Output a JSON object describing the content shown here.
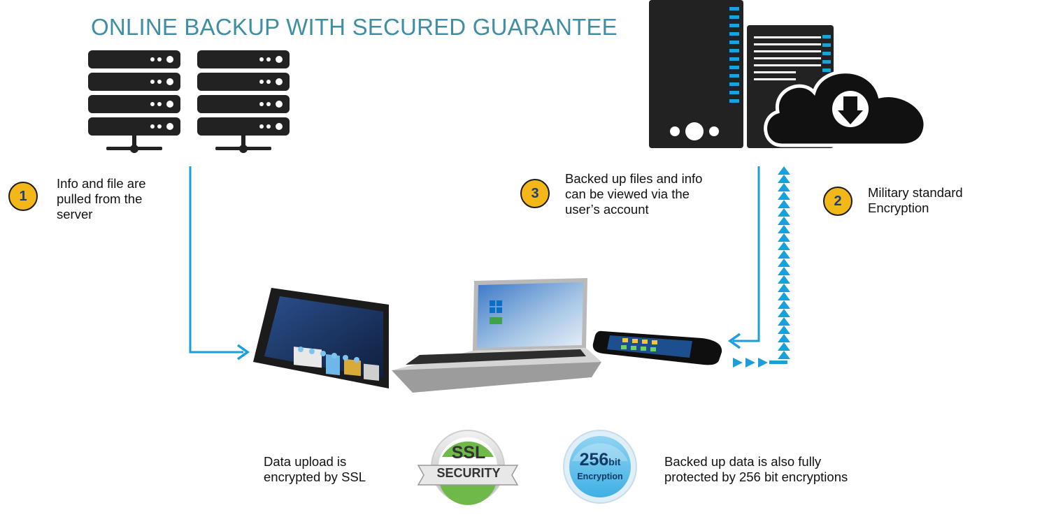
{
  "title": "ONLINE BACKUP WITH SECURED GUARANTEE",
  "steps": [
    {
      "number": "1",
      "text": "Info and file are\npulled from the\nserver"
    },
    {
      "number": "2",
      "text": "Military standard\nEncryption"
    },
    {
      "number": "3",
      "text": "Backed up files and info\ncan be viewed via the\nuser’s account"
    }
  ],
  "captions": {
    "ssl": "Data upload is\nencrypted by SSL",
    "bit256": "Backed up data is also fully\nprotected by 256 bit encryptions"
  },
  "badges": {
    "ssl_top": "SSL",
    "ssl_bottom": "SECURITY",
    "enc_top_num": "256",
    "enc_top_unit": "bit",
    "enc_bottom": "Encryption"
  },
  "colors": {
    "title": "#3f8ea5",
    "flow": "#1a9fdb",
    "badge": "#f3b71a",
    "icon": "#222222",
    "accent": "#1aa1e0"
  },
  "icons": [
    "server-rack-icon",
    "server-tower-icon",
    "cloud-download-icon",
    "tablet",
    "laptop",
    "smartphone",
    "ssl-security-seal",
    "256bit-encryption-seal"
  ]
}
